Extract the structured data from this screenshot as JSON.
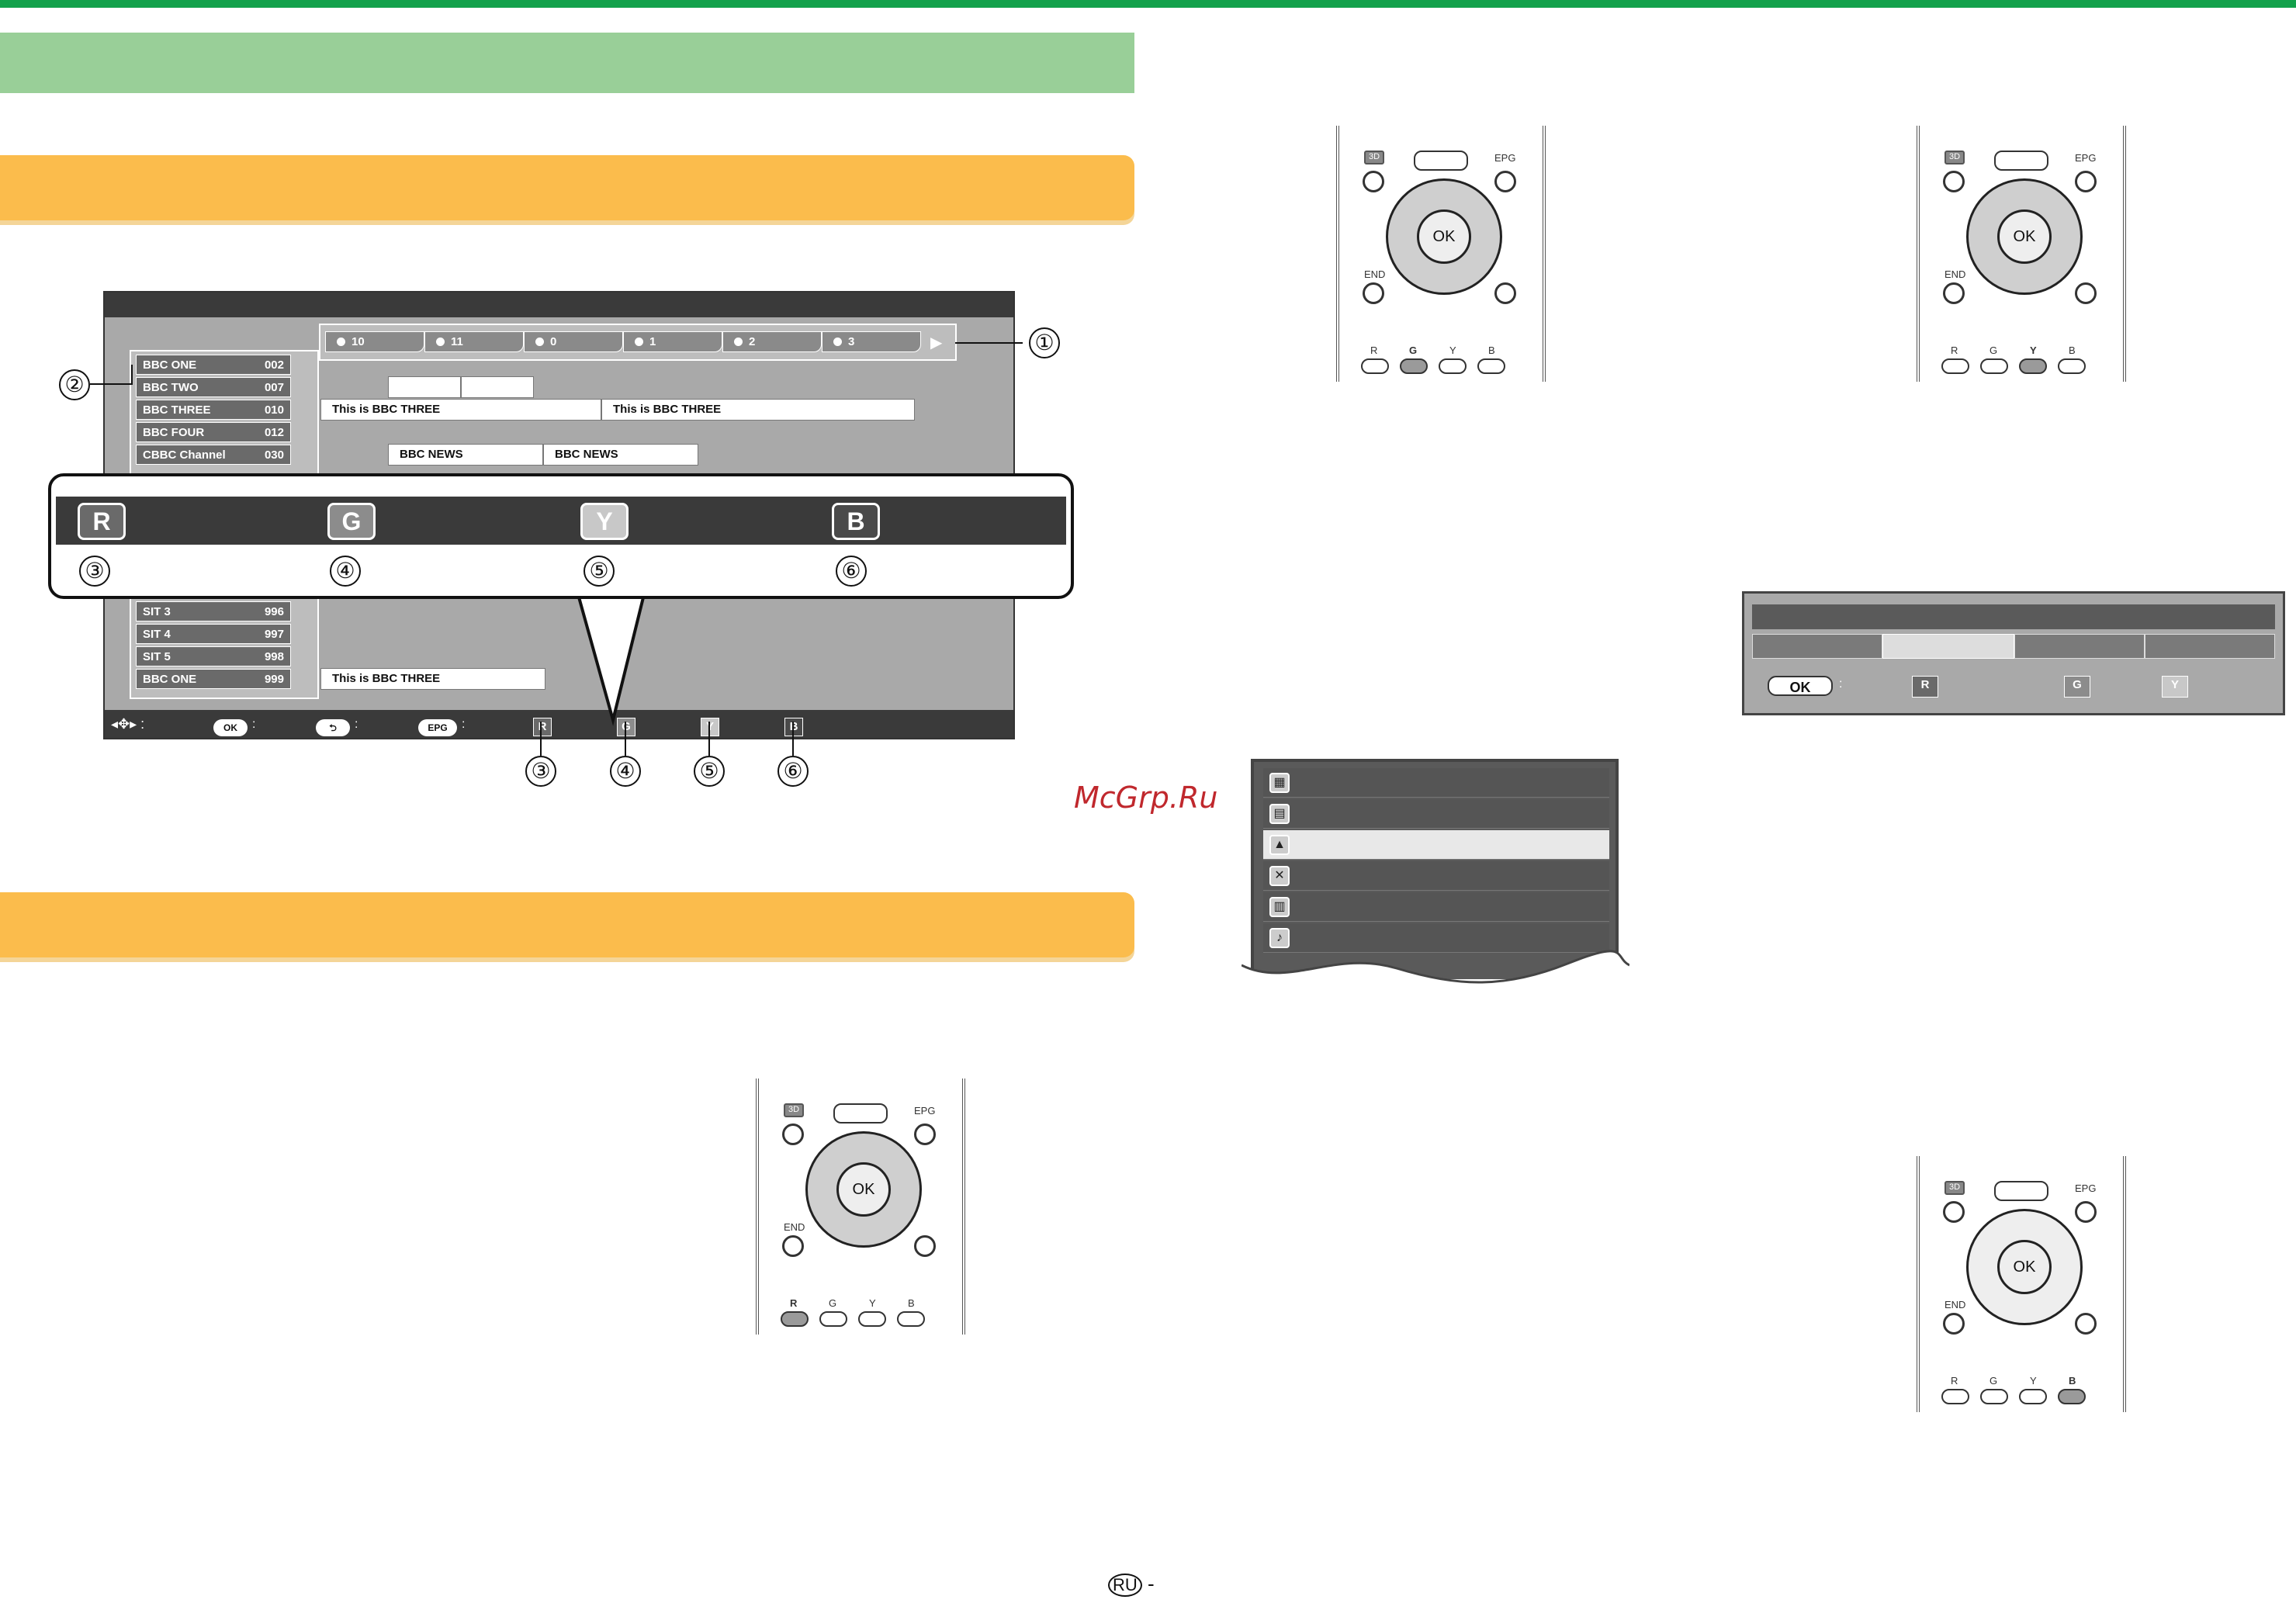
{
  "epg": {
    "timeline": [
      "10",
      "11",
      "0",
      "1",
      "2",
      "3"
    ],
    "timeline_arrow": "▶",
    "channels": [
      {
        "name": "BBC ONE",
        "num": "002"
      },
      {
        "name": "BBC TWO",
        "num": "007"
      },
      {
        "name": "BBC THREE",
        "num": "010"
      },
      {
        "name": "BBC FOUR",
        "num": "012"
      },
      {
        "name": "CBBC Channel",
        "num": "030"
      }
    ],
    "channels_bottom": [
      {
        "name": "SIT 3",
        "num": "996"
      },
      {
        "name": "SIT 4",
        "num": "997"
      },
      {
        "name": "SIT 5",
        "num": "998"
      },
      {
        "name": "BBC ONE",
        "num": "999"
      }
    ],
    "programs": {
      "bbc_three_1": "This is BBC THREE",
      "bbc_three_2": "This is BBC THREE",
      "news_1": "BBC NEWS",
      "news_2": "BBC NEWS",
      "bottom": "This is BBC THREE"
    },
    "footer": {
      "ok": "OK",
      "back": "⮌",
      "epg": "EPG",
      "r": "R",
      "g": "G",
      "y": "Y",
      "b": "B",
      "colon": ":"
    }
  },
  "overlay_keys": [
    "R",
    "G",
    "Y",
    "B"
  ],
  "callouts": [
    "①",
    "②",
    "③",
    "④",
    "⑤",
    "⑥"
  ],
  "remote": {
    "three_d": "3D",
    "epg": "EPG",
    "end": "END",
    "ok": "OK",
    "r": "R",
    "g": "G",
    "y": "Y",
    "b": "B"
  },
  "right_epg": {
    "ok": "OK",
    "colon": ":",
    "r": "R",
    "g": "G",
    "y": "Y"
  },
  "watermark": "McGrp.Ru",
  "page_id": "RU",
  "page_suffix": "-"
}
